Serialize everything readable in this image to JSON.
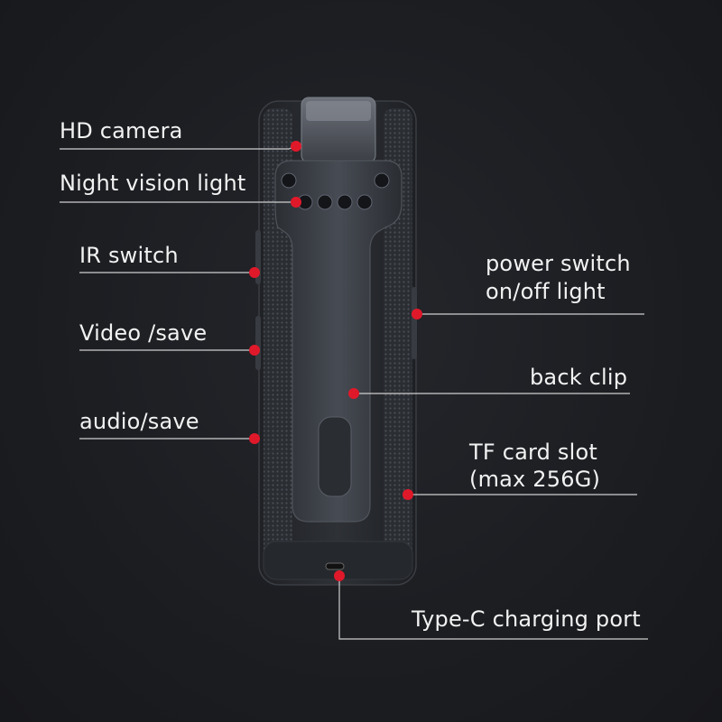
{
  "colors": {
    "background": "#1b1d21",
    "marker": "#e0192a",
    "leader_line": "#cfcfcf",
    "text": "#f2f2f2",
    "device_body": "#2f3238",
    "device_clip": "#3a3e45"
  },
  "callouts": {
    "hd_camera": "HD camera",
    "night_vision": "Night vision light",
    "ir_switch": "IR switch",
    "video_save": "Video /save",
    "audio_save": "audio/save",
    "power_switch_1": "power switch",
    "power_switch_2": "on/off light",
    "back_clip": "back clip",
    "tf_card_1": "TF card slot",
    "tf_card_2": "(max 256G)",
    "type_c": "Type-C charging port"
  }
}
